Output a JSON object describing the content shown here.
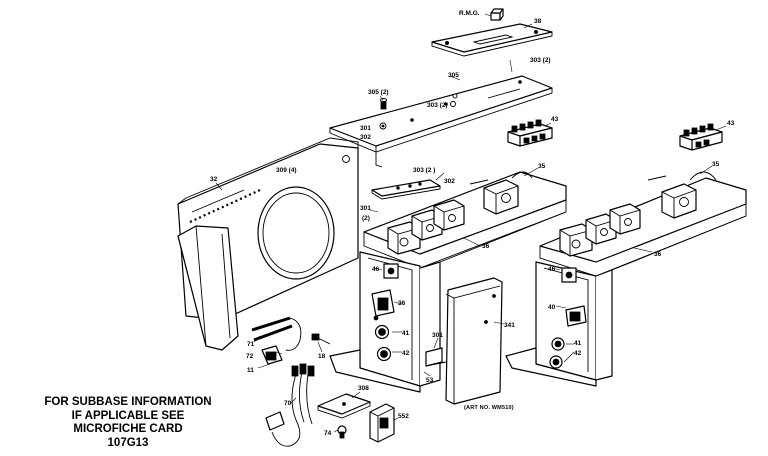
{
  "diagram": {
    "part_labels": {
      "ref_top": "R.M.G.",
      "p38": "38",
      "p305": "305",
      "p303_2a": "303 (2)",
      "p305_2": "305 (2)",
      "p303_2b": "303 (2)",
      "p301a": "301",
      "p302a": "302",
      "p43a": "43",
      "p43b": "43",
      "p32": "32",
      "p309": "309 (4)",
      "p303_2c": "303 (2 )",
      "p302b": "302",
      "p301b": "301",
      "p301b_qty": "(2)",
      "p35a": "35",
      "p35b": "35",
      "p36a": "36",
      "p36b": "36",
      "p46": "46",
      "p46b": "46",
      "p40": "40",
      "p41": "41",
      "p42": "42",
      "p41b": "41",
      "p42b": "42",
      "p301c": "301",
      "p341": "341",
      "p53": "53",
      "p71": "71",
      "p72": "72",
      "p18": "18",
      "p11": "11",
      "p70": "70",
      "p308": "308",
      "p74": "74",
      "p552": "552"
    },
    "subbase_note": [
      "FOR SUBBASE INFORMATION",
      "IF APPLICABLE SEE",
      "MICROFICHE CARD",
      "107G13"
    ],
    "art_number": "(ART NO. WM510)"
  }
}
